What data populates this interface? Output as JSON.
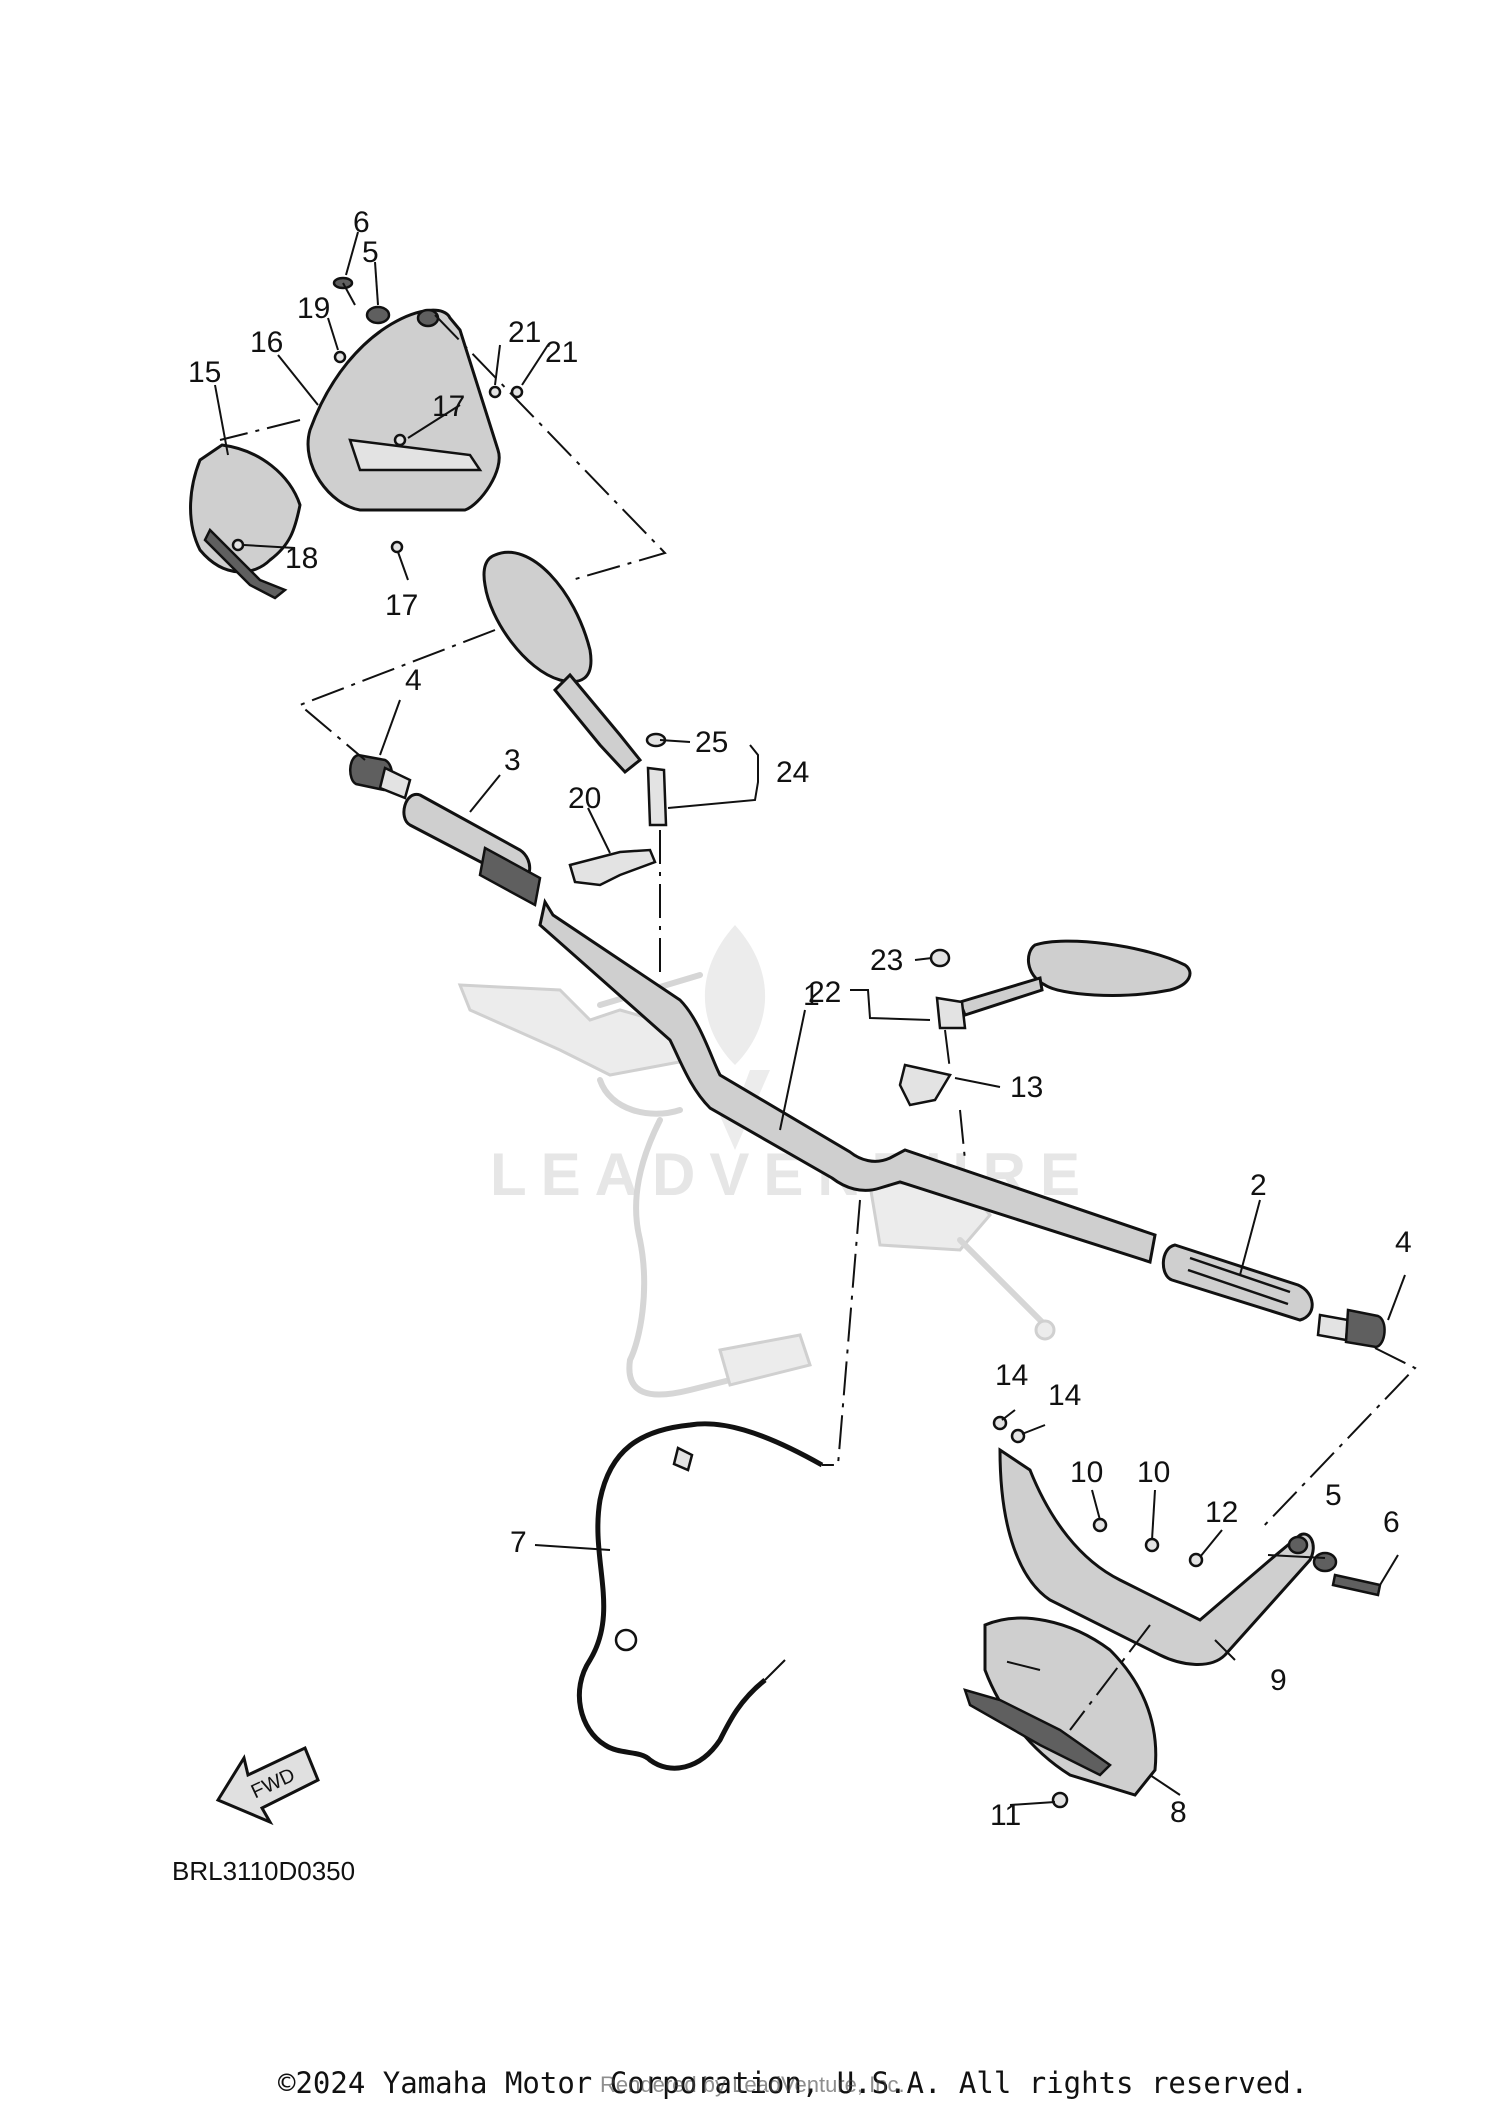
{
  "diagram_code": "BRL3110D0350",
  "fwd_label": "FWD",
  "watermark": {
    "text": "LEADVENTURE",
    "logo": "leadventure-flame-v-logo"
  },
  "copyright": "©2024 Yamaha Motor Corporation, U.S.A. All rights reserved.",
  "rendered_by": "Rendered by LeadVenture, Inc.",
  "callouts": {
    "c1": "1",
    "c2": "2",
    "c3": "3",
    "c4a": "4",
    "c4b": "4",
    "c5a": "5",
    "c5b": "5",
    "c6a": "6",
    "c6b": "6",
    "c7": "7",
    "c8": "8",
    "c9": "9",
    "c10a": "10",
    "c10b": "10",
    "c11": "11",
    "c12": "12",
    "c13": "13",
    "c14a": "14",
    "c14b": "14",
    "c15": "15",
    "c16": "16",
    "c17a": "17",
    "c17b": "17",
    "c18": "18",
    "c19": "19",
    "c20": "20",
    "c21a": "21",
    "c21b": "21",
    "c22": "22",
    "c23": "23",
    "c24": "24",
    "c25": "25"
  }
}
